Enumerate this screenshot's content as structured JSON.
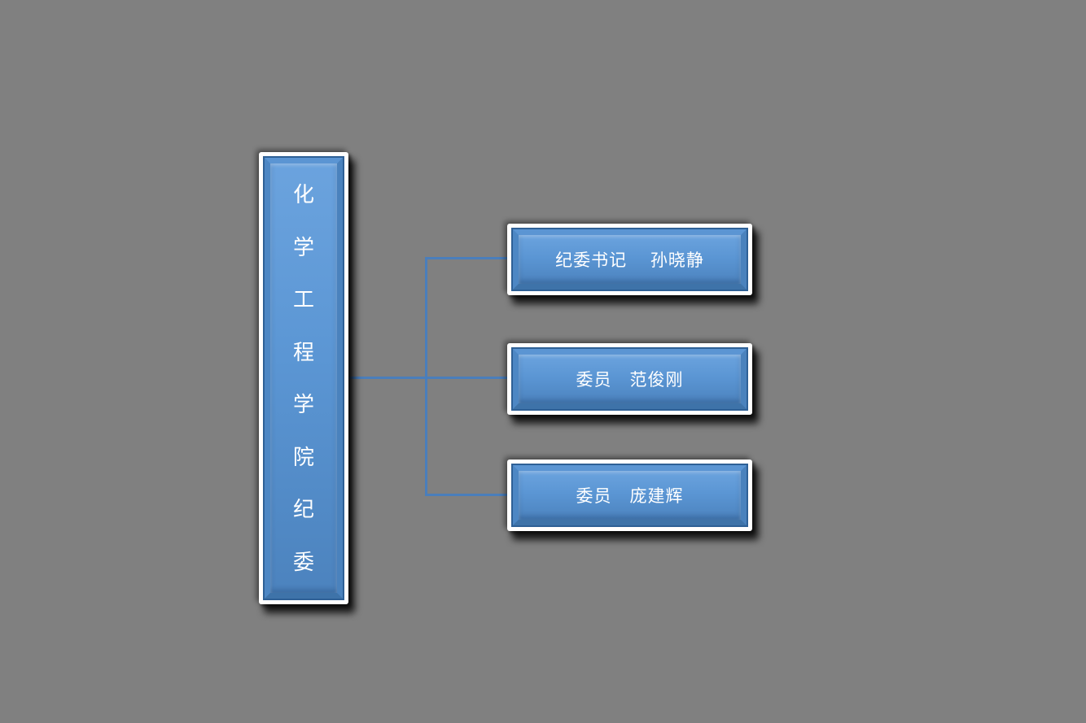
{
  "org_chart": {
    "background_color": "#808080",
    "node_fill_color": "#5b96d4",
    "node_border_color": "#ffffff",
    "connector_color": "#4a7ebb",
    "text_color": "#ffffff",
    "root": {
      "label": "化学工程学院纪委"
    },
    "members": [
      {
        "label": "纪委书记　 孙晓静"
      },
      {
        "label": "委员　范俊刚"
      },
      {
        "label": "委员　庞建辉"
      }
    ]
  }
}
